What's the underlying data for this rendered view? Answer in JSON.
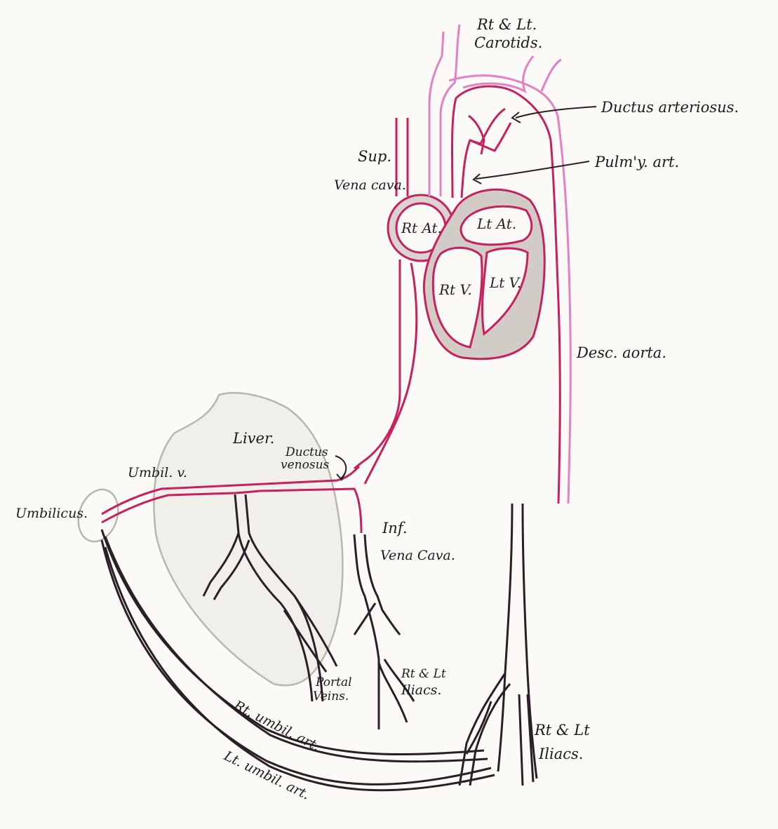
{
  "labels": {
    "carotids_line1": "Rt & Lt.",
    "carotids_line2": "Carotids.",
    "ductus_arteriosus": "Ductus arteriosus.",
    "pulmonary_artery": "Pulm'y. art.",
    "sup_vena_cava_line1": "Sup.",
    "sup_vena_cava_line2": "Vena cava.",
    "right_atrium": "Rt At.",
    "left_atrium": "Lt At.",
    "right_ventricle": "Rt V.",
    "left_ventricle": "Lt V.",
    "descending_aorta": "Desc. aorta.",
    "liver": "Liver.",
    "ductus_venosus_line1": "Ductus",
    "ductus_venosus_line2": "venosus",
    "umbilical_vein": "Umbil. v.",
    "umbilicus": "Umbilicus.",
    "inf_vena_cava_line1": "Inf.",
    "inf_vena_cava_line2": "Vena Cava.",
    "portal_veins_line1": "Portal",
    "portal_veins_line2": "Veins.",
    "iliacs_inner_line1": "Rt & Lt",
    "iliacs_inner_line2": "Iliacs.",
    "iliacs_outer_line1": "Rt & Lt",
    "iliacs_outer_line2": "Iliacs.",
    "rt_umbilical_artery": "Rt. umbil. art.",
    "lt_umbilical_artery": "Lt. umbil. art."
  },
  "colors": {
    "oxygenated_vessel": "#c8205e",
    "mixed_vessel": "#e67fc4",
    "deoxygenated_vessel": "#2b1f27",
    "heart_wall": "#c8205e",
    "heart_septum": "#bdb7b3",
    "liver_outline": "#b9b6b1",
    "paper": "#fbfaf6"
  }
}
